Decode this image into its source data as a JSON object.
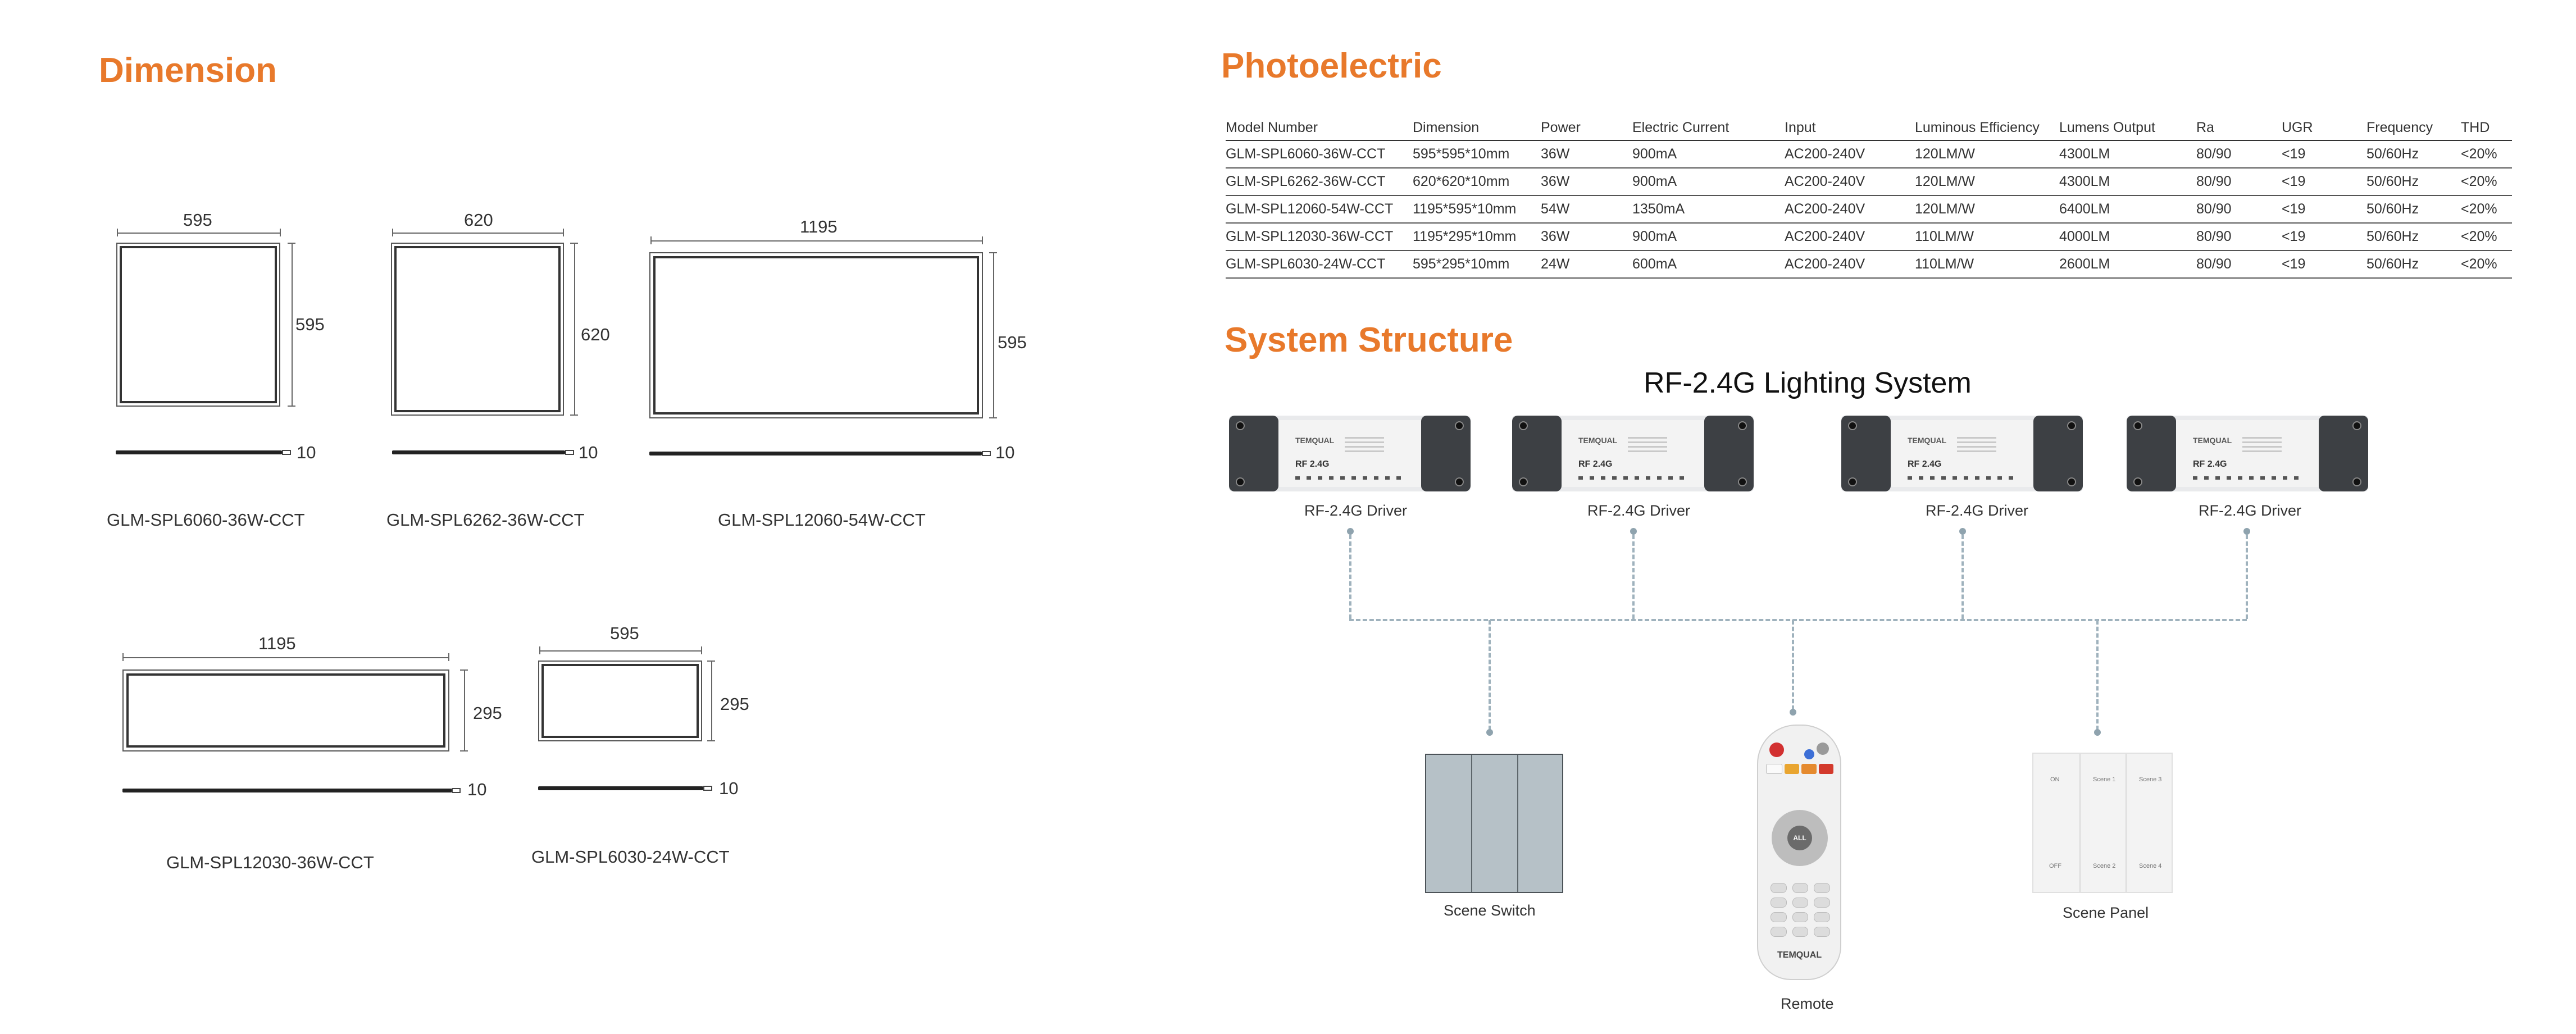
{
  "dimension": {
    "title": "Dimension",
    "panels": [
      {
        "width_label": "595",
        "height_label": "595",
        "thickness_label": "10",
        "model": "GLM-SPL6060-36W-CCT"
      },
      {
        "width_label": "620",
        "height_label": "620",
        "thickness_label": "10",
        "model": "GLM-SPL6262-36W-CCT"
      },
      {
        "width_label": "1195",
        "height_label": "595",
        "thickness_label": "10",
        "model": "GLM-SPL12060-54W-CCT"
      },
      {
        "width_label": "1195",
        "height_label": "295",
        "thickness_label": "10",
        "model": "GLM-SPL12030-36W-CCT"
      },
      {
        "width_label": "595",
        "height_label": "295",
        "thickness_label": "10",
        "model": "GLM-SPL6030-24W-CCT"
      }
    ]
  },
  "photoelectric": {
    "title": "Photoelectric",
    "headers": [
      "Model Number",
      "Dimension",
      "Power",
      "Electric Current",
      "Input",
      "Luminous Efficiency",
      "Lumens Output",
      "Ra",
      "UGR",
      "Frequency",
      "THD"
    ],
    "rows": [
      [
        "GLM-SPL6060-36W-CCT",
        "595*595*10mm",
        "36W",
        "900mA",
        "AC200-240V",
        "120LM/W",
        "4300LM",
        "80/90",
        "<19",
        "50/60Hz",
        "<20%"
      ],
      [
        "GLM-SPL6262-36W-CCT",
        "620*620*10mm",
        "36W",
        "900mA",
        "AC200-240V",
        "120LM/W",
        "4300LM",
        "80/90",
        "<19",
        "50/60Hz",
        "<20%"
      ],
      [
        "GLM-SPL12060-54W-CCT",
        "1195*595*10mm",
        "54W",
        "1350mA",
        "AC200-240V",
        "120LM/W",
        "6400LM",
        "80/90",
        "<19",
        "50/60Hz",
        "<20%"
      ],
      [
        "GLM-SPL12030-36W-CCT",
        "1195*295*10mm",
        "36W",
        "900mA",
        "AC200-240V",
        "110LM/W",
        "4000LM",
        "80/90",
        "<19",
        "50/60Hz",
        "<20%"
      ],
      [
        "GLM-SPL6030-24W-CCT",
        "595*295*10mm",
        "24W",
        "600mA",
        "AC200-240V",
        "110LM/W",
        "2600LM",
        "80/90",
        "<19",
        "50/60Hz",
        "<20%"
      ]
    ]
  },
  "system": {
    "title": "System Structure",
    "diagram_title": "RF-2.4G Lighting System",
    "driver_label": "RF-2.4G Driver",
    "driver_brand": "TEMQUAL",
    "driver_rf": "RF 2.4G",
    "remote_center": "ALL",
    "remote_brand": "TEMQUAL",
    "scene_switch_label": "Scene Switch",
    "remote_label": "Remote",
    "scene_panel_label": "Scene Panel",
    "panel_texts": {
      "on": "ON",
      "off": "OFF",
      "s1": "Scene 1",
      "s2": "Scene 2",
      "s3": "Scene 3",
      "s4": "Scene 4"
    },
    "colors": {
      "accent": "#e8792b",
      "dash": "#9fb2bd"
    }
  }
}
